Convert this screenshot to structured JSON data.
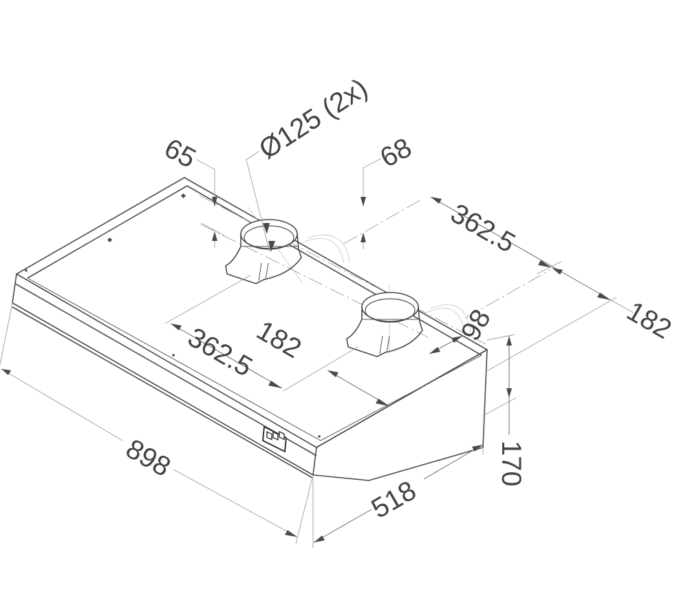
{
  "drawing": {
    "subject": "Under-cabinet cooker hood, isometric dimension drawing",
    "line_color": "#4a4a4a",
    "background": "#ffffff"
  },
  "dimensions": {
    "duct_diameter": "Ø125 (2x)",
    "collar_offset_left": "65",
    "collar_offset_right": "68",
    "collar_spacing_top": "362.5",
    "right_edge_offset_top": "182",
    "collar_spacing_front": "362.5",
    "right_edge_offset_front": "182",
    "front_setback": "98",
    "width": "898",
    "depth": "518",
    "height": "170"
  },
  "components": {
    "duct_collars": 2,
    "control_panel_buttons": 3
  }
}
